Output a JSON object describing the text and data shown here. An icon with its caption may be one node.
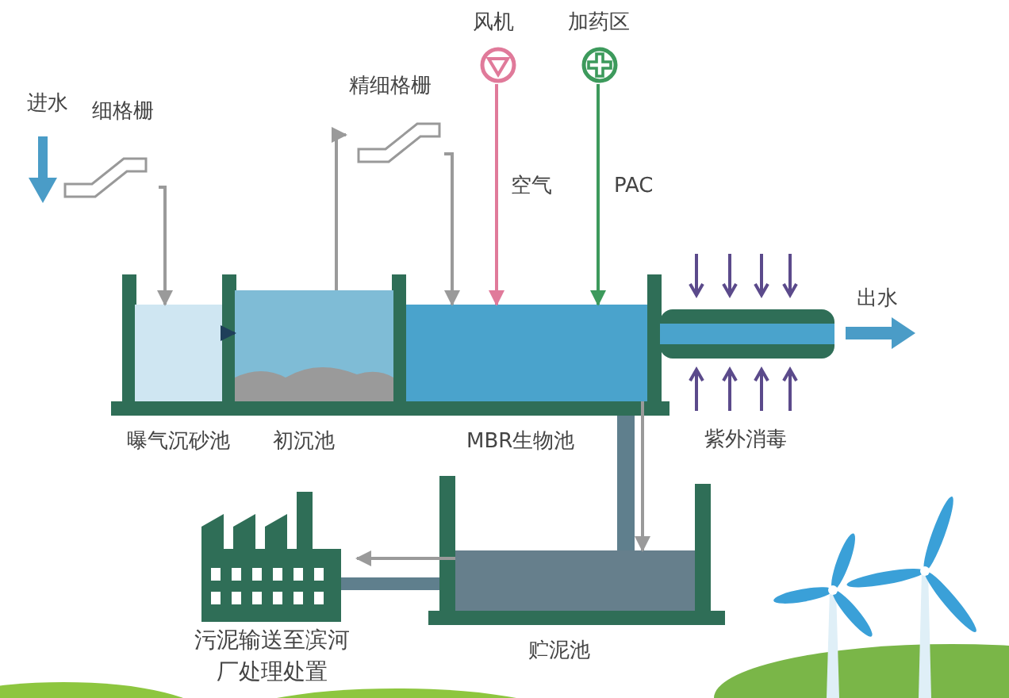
{
  "diagram": {
    "nodes": [
      {
        "text": [
          "细格栅"
        ]
      },
      {
        "text": [
          "曝气沉砂池"
        ]
      },
      {
        "text": [
          "初沉池"
        ]
      },
      {
        "text": [
          "精细格栅"
        ]
      },
      {
        "text": [
          "风机"
        ]
      },
      {
        "text": [
          "加药区"
        ]
      },
      {
        "text": [
          "MBR生物池"
        ]
      },
      {
        "text": [
          "紫外消毒"
        ]
      },
      {
        "text": [
          "贮泥池"
        ]
      },
      {
        "text": [
          "污泥输送至滨河厂处理处置"
        ]
      }
    ],
    "edges": [
      {
        "from": 0,
        "to": 1,
        "arrow": "to"
      },
      {
        "from": 1,
        "to": 2,
        "arrow": "to",
        "color": "#1f3f5a"
      },
      {
        "from": 2,
        "to": 3,
        "arrow": "to"
      },
      {
        "from": 3,
        "to": 6,
        "arrow": "to"
      },
      {
        "from": 4,
        "to": 6,
        "arrow": "to",
        "label": "空气",
        "color": "#e07a9a"
      },
      {
        "from": 5,
        "to": 6,
        "arrow": "to",
        "label": "PAC",
        "color": "#3d9a5c"
      },
      {
        "from": 6,
        "to": 8,
        "arrow": "to"
      },
      {
        "from": 8,
        "to": 9,
        "arrow": "to"
      }
    ],
    "labels": [
      "进水",
      "出水"
    ]
  }
}
